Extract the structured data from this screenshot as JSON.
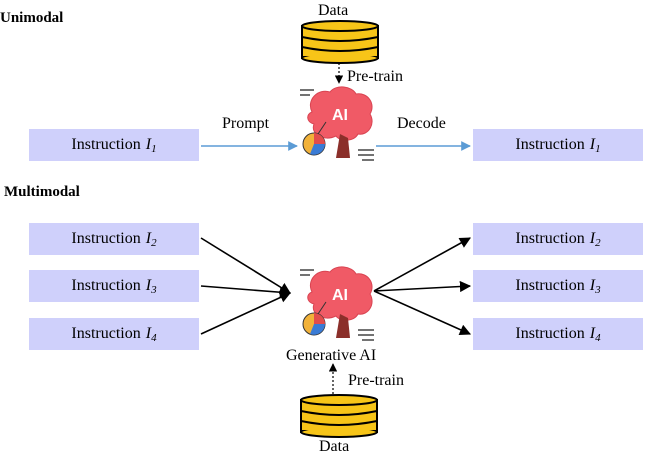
{
  "sections": {
    "unimodal": "Unimodal",
    "multimodal": "Multimodal"
  },
  "unimodal": {
    "data_label": "Data",
    "pretrain_label": "Pre-train",
    "prompt_label": "Prompt",
    "decode_label": "Decode",
    "input": {
      "text": "Instruction",
      "symbol": "I",
      "sub": "1"
    },
    "output": {
      "text": "Instruction",
      "symbol": "I",
      "sub": "1"
    }
  },
  "multimodal": {
    "inputs": [
      {
        "text": "Instruction",
        "symbol": "I",
        "sub": "2"
      },
      {
        "text": "Instruction",
        "symbol": "I",
        "sub": "3"
      },
      {
        "text": "Instruction",
        "symbol": "I",
        "sub": "4"
      }
    ],
    "outputs": [
      {
        "text": "Instruction",
        "symbol": "I",
        "sub": "2"
      },
      {
        "text": "Instruction",
        "symbol": "I",
        "sub": "3"
      },
      {
        "text": "Instruction",
        "symbol": "I",
        "sub": "4"
      }
    ],
    "model_label": "Generative AI",
    "pretrain_label": "Pre-train",
    "data_label": "Data"
  },
  "icons": {
    "model": "ai-brain-icon",
    "data": "database-icon",
    "ai_text": "AI"
  },
  "colors": {
    "instruction_box": "#cfd0fb",
    "unimodal_arrow": "#5b9bd5",
    "brain": "#f05a66",
    "database": "#f7c518"
  }
}
